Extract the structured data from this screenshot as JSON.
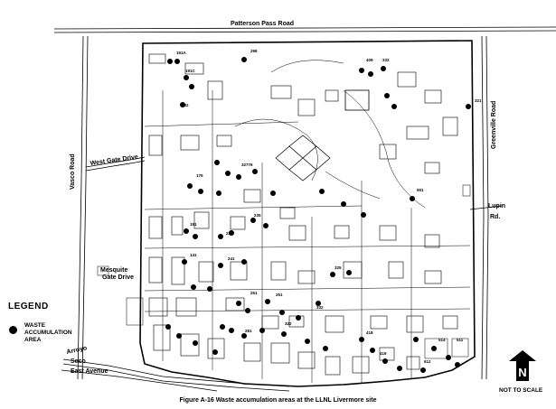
{
  "map": {
    "roads": {
      "patterson": "Patterson Pass Road",
      "westgate": "West Gate Drive",
      "vasco": "Vasco Road",
      "greenville": "Greenville Road",
      "mesquite": "Mesquite Gate Drive",
      "lupin": "Lupin Rd.",
      "arroyo": "Arroyo Seco",
      "east": "East Avenue"
    },
    "buildings": [
      {
        "id": "b-191a",
        "label": "191A"
      },
      {
        "id": "b-191c",
        "label": "191C"
      },
      {
        "id": "b-182",
        "label": "182"
      },
      {
        "id": "b-298",
        "label": "298"
      },
      {
        "id": "b-409",
        "label": "409"
      },
      {
        "id": "b-332",
        "label": "332"
      },
      {
        "id": "b-321",
        "label": "321"
      },
      {
        "id": "b-32776",
        "label": "32776"
      },
      {
        "id": "b-175",
        "label": "175"
      },
      {
        "id": "b-551",
        "label": "551"
      },
      {
        "id": "b-235",
        "label": "235"
      },
      {
        "id": "b-151",
        "label": "151"
      },
      {
        "id": "b-231",
        "label": "231"
      },
      {
        "id": "b-141",
        "label": "141"
      },
      {
        "id": "b-241",
        "label": "241"
      },
      {
        "id": "b-261",
        "label": "261"
      },
      {
        "id": "b-251",
        "label": "251"
      },
      {
        "id": "b-281",
        "label": "281"
      },
      {
        "id": "b-325",
        "label": "325"
      },
      {
        "id": "b-332b",
        "label": "332"
      },
      {
        "id": "b-322",
        "label": "322"
      },
      {
        "id": "b-418",
        "label": "418"
      },
      {
        "id": "b-419",
        "label": "419"
      },
      {
        "id": "b-514",
        "label": "514"
      },
      {
        "id": "b-511",
        "label": "511"
      },
      {
        "id": "b-612",
        "label": "612"
      }
    ]
  },
  "legend": {
    "title": "LEGEND",
    "item_label": "WASTE ACCUMULATION AREA"
  },
  "figure": {
    "caption": "Figure A-16  Waste accumulation areas at the LLNL Livermore site",
    "north": "N",
    "scale_note": "NOT TO SCALE"
  }
}
